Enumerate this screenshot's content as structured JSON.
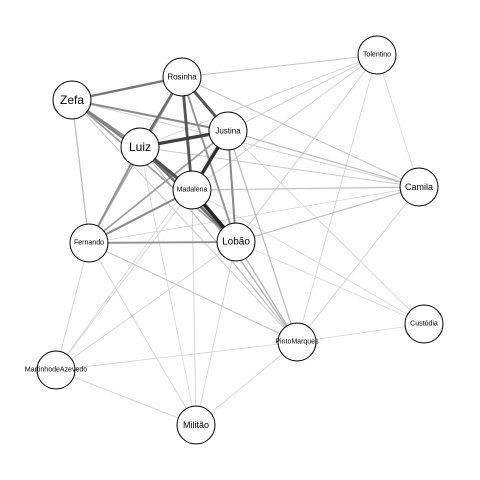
{
  "network": {
    "nodes": [
      {
        "id": "zefa",
        "label": "Zefa"
      },
      {
        "id": "rosinha",
        "label": "Rosinha"
      },
      {
        "id": "tolentino",
        "label": "Tolentino"
      },
      {
        "id": "luiz",
        "label": "Luiz"
      },
      {
        "id": "justina",
        "label": "Justina"
      },
      {
        "id": "madalena",
        "label": "Madalena"
      },
      {
        "id": "camila",
        "label": "Camila"
      },
      {
        "id": "fernando",
        "label": "Fernando"
      },
      {
        "id": "lobao",
        "label": "Lobão"
      },
      {
        "id": "custodia",
        "label": "Custódia"
      },
      {
        "id": "pintomarques",
        "label": "PintoMarques"
      },
      {
        "id": "martinhodeazevedo",
        "label": "MartinhodeAzevedo"
      },
      {
        "id": "militao",
        "label": "Militão"
      }
    ],
    "edges": [
      {
        "source": "madalena",
        "target": "lobao",
        "weight": 0.95
      },
      {
        "source": "justina",
        "target": "madalena",
        "weight": 0.9
      },
      {
        "source": "luiz",
        "target": "justina",
        "weight": 0.82
      },
      {
        "source": "rosinha",
        "target": "justina",
        "weight": 0.72
      },
      {
        "source": "rosinha",
        "target": "madalena",
        "weight": 0.72
      },
      {
        "source": "luiz",
        "target": "madalena",
        "weight": 0.75
      },
      {
        "source": "luiz",
        "target": "lobao",
        "weight": 0.6
      },
      {
        "source": "rosinha",
        "target": "luiz",
        "weight": 0.6
      },
      {
        "source": "zefa",
        "target": "rosinha",
        "weight": 0.55
      },
      {
        "source": "zefa",
        "target": "madalena",
        "weight": 0.5
      },
      {
        "source": "zefa",
        "target": "luiz",
        "weight": 0.45
      },
      {
        "source": "zefa",
        "target": "justina",
        "weight": 0.45
      },
      {
        "source": "fernando",
        "target": "madalena",
        "weight": 0.45
      },
      {
        "source": "fernando",
        "target": "lobao",
        "weight": 0.4
      },
      {
        "source": "fernando",
        "target": "luiz",
        "weight": 0.4
      },
      {
        "source": "justina",
        "target": "lobao",
        "weight": 0.45
      },
      {
        "source": "rosinha",
        "target": "lobao",
        "weight": 0.4
      },
      {
        "source": "fernando",
        "target": "justina",
        "weight": 0.35
      },
      {
        "source": "fernando",
        "target": "rosinha",
        "weight": 0.3
      },
      {
        "source": "zefa",
        "target": "lobao",
        "weight": 0.35
      },
      {
        "source": "madalena",
        "target": "pintomarques",
        "weight": 0.25
      },
      {
        "source": "justina",
        "target": "camila",
        "weight": 0.2
      },
      {
        "source": "justina",
        "target": "pintomarques",
        "weight": 0.2
      },
      {
        "source": "lobao",
        "target": "pintomarques",
        "weight": 0.22
      },
      {
        "source": "zefa",
        "target": "fernando",
        "weight": 0.2
      },
      {
        "source": "luiz",
        "target": "pintomarques",
        "weight": 0.18
      },
      {
        "source": "madalena",
        "target": "camila",
        "weight": 0.18
      },
      {
        "source": "lobao",
        "target": "camila",
        "weight": 0.18
      },
      {
        "source": "rosinha",
        "target": "camila",
        "weight": 0.15
      },
      {
        "source": "rosinha",
        "target": "tolentino",
        "weight": 0.15
      },
      {
        "source": "justina",
        "target": "tolentino",
        "weight": 0.12
      },
      {
        "source": "luiz",
        "target": "camila",
        "weight": 0.12
      },
      {
        "source": "fernando",
        "target": "pintomarques",
        "weight": 0.15
      },
      {
        "source": "tolentino",
        "target": "madalena",
        "weight": 0.1
      },
      {
        "source": "tolentino",
        "target": "lobao",
        "weight": 0.1
      },
      {
        "source": "tolentino",
        "target": "pintomarques",
        "weight": 0.08
      },
      {
        "source": "tolentino",
        "target": "luiz",
        "weight": 0.08
      },
      {
        "source": "zefa",
        "target": "camila",
        "weight": 0.1
      },
      {
        "source": "zefa",
        "target": "pintomarques",
        "weight": 0.12
      },
      {
        "source": "custodia",
        "target": "justina",
        "weight": 0.08
      },
      {
        "source": "custodia",
        "target": "madalena",
        "weight": 0.06
      },
      {
        "source": "custodia",
        "target": "lobao",
        "weight": 0.06
      },
      {
        "source": "pintomarques",
        "target": "camila",
        "weight": 0.1
      },
      {
        "source": "martinhodeazevedo",
        "target": "fernando",
        "weight": 0.08
      },
      {
        "source": "martinhodeazevedo",
        "target": "madalena",
        "weight": 0.08
      },
      {
        "source": "martinhodeazevedo",
        "target": "lobao",
        "weight": 0.08
      },
      {
        "source": "martinhodeazevedo",
        "target": "pintomarques",
        "weight": 0.08
      },
      {
        "source": "martinhodeazevedo",
        "target": "militao",
        "weight": 0.08
      },
      {
        "source": "martinhodeazevedo",
        "target": "justina",
        "weight": 0.06
      },
      {
        "source": "militao",
        "target": "lobao",
        "weight": 0.08
      },
      {
        "source": "militao",
        "target": "madalena",
        "weight": 0.08
      },
      {
        "source": "militao",
        "target": "fernando",
        "weight": 0.08
      },
      {
        "source": "militao",
        "target": "pintomarques",
        "weight": 0.08
      },
      {
        "source": "militao",
        "target": "luiz",
        "weight": 0.06
      },
      {
        "source": "camila",
        "target": "fernando",
        "weight": 0.06
      },
      {
        "source": "custodia",
        "target": "pintomarques",
        "weight": 0.06
      },
      {
        "source": "tolentino",
        "target": "camila",
        "weight": 0.06
      }
    ]
  }
}
